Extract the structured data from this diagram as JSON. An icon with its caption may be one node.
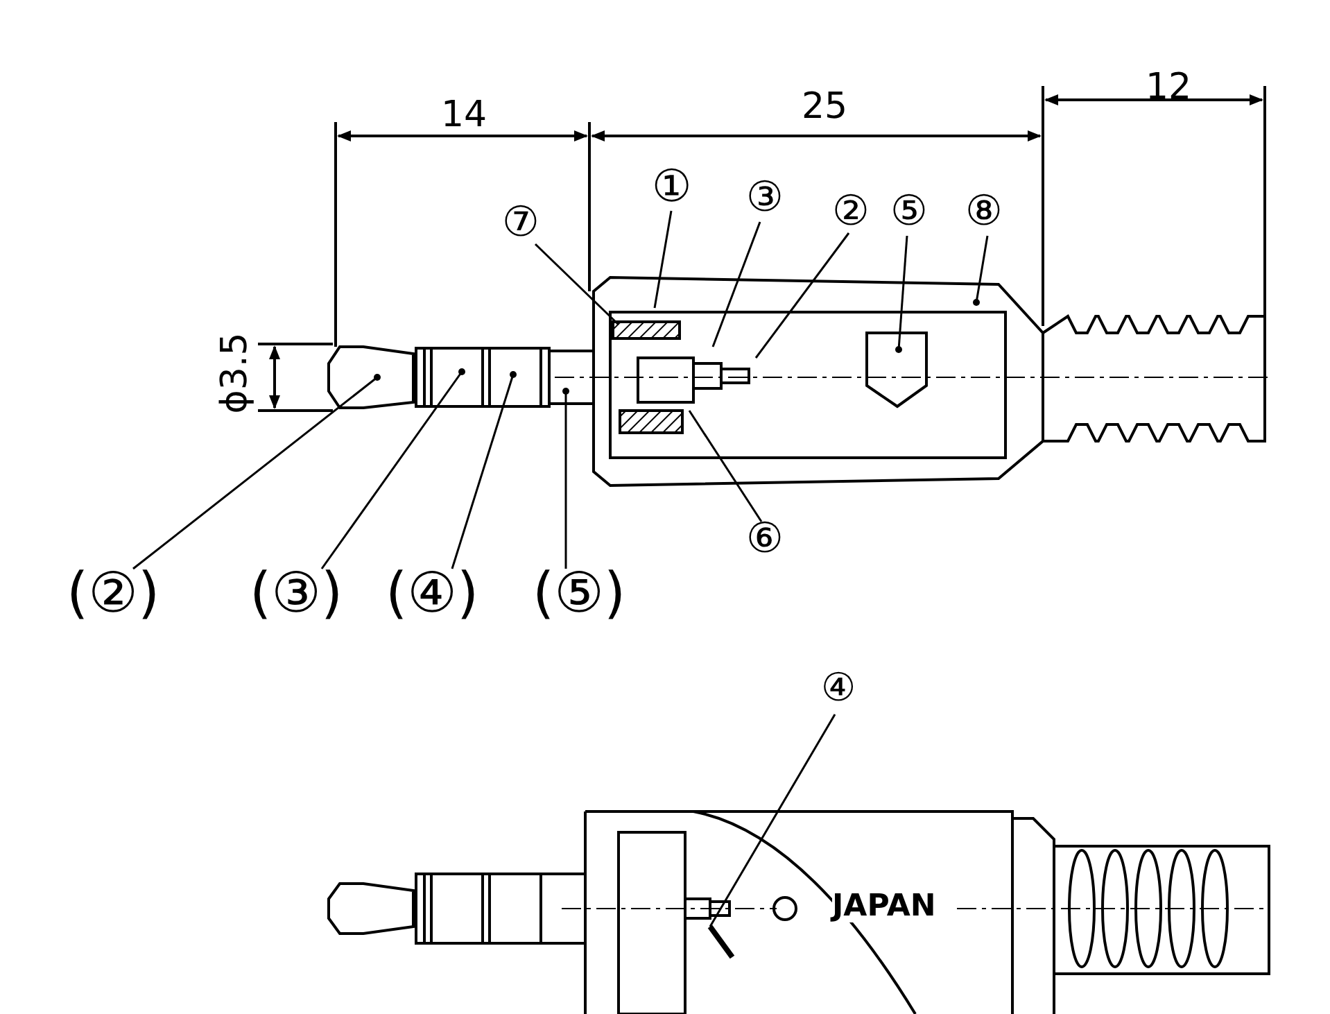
{
  "diagram": {
    "nodes": [
      {
        "text": [
          "⑦"
        ]
      },
      {
        "text": [
          "①"
        ]
      },
      {
        "text": [
          "③"
        ]
      },
      {
        "text": [
          "②"
        ]
      },
      {
        "text": [
          "⑤"
        ]
      },
      {
        "text": [
          "⑧"
        ]
      },
      {
        "text": [
          "⑥"
        ]
      },
      {
        "text": [
          "(②)"
        ]
      },
      {
        "text": [
          "(③)"
        ]
      },
      {
        "text": [
          "(④)"
        ]
      },
      {
        "text": [
          "(⑤)"
        ]
      },
      {
        "text": [
          "④"
        ]
      }
    ],
    "edges": [
      {
        "from": 0,
        "to": null,
        "arrow": "none"
      },
      {
        "from": 1,
        "to": null,
        "arrow": "none"
      },
      {
        "from": 2,
        "to": null,
        "arrow": "none"
      },
      {
        "from": 3,
        "to": null,
        "arrow": "none"
      },
      {
        "from": 4,
        "to": null,
        "arrow": "other"
      },
      {
        "from": 5,
        "to": null,
        "arrow": "other"
      },
      {
        "from": 6,
        "to": null,
        "arrow": "none"
      },
      {
        "from": 7,
        "to": null,
        "arrow": "other"
      },
      {
        "from": 8,
        "to": null,
        "arrow": "other"
      },
      {
        "from": 9,
        "to": null,
        "arrow": "other"
      },
      {
        "from": 10,
        "to": null,
        "arrow": "other"
      },
      {
        "from": 11,
        "to": null,
        "arrow": "none"
      }
    ],
    "labels": [
      "14",
      "25",
      "12",
      "ϕ3.5",
      "JAPAN"
    ]
  }
}
